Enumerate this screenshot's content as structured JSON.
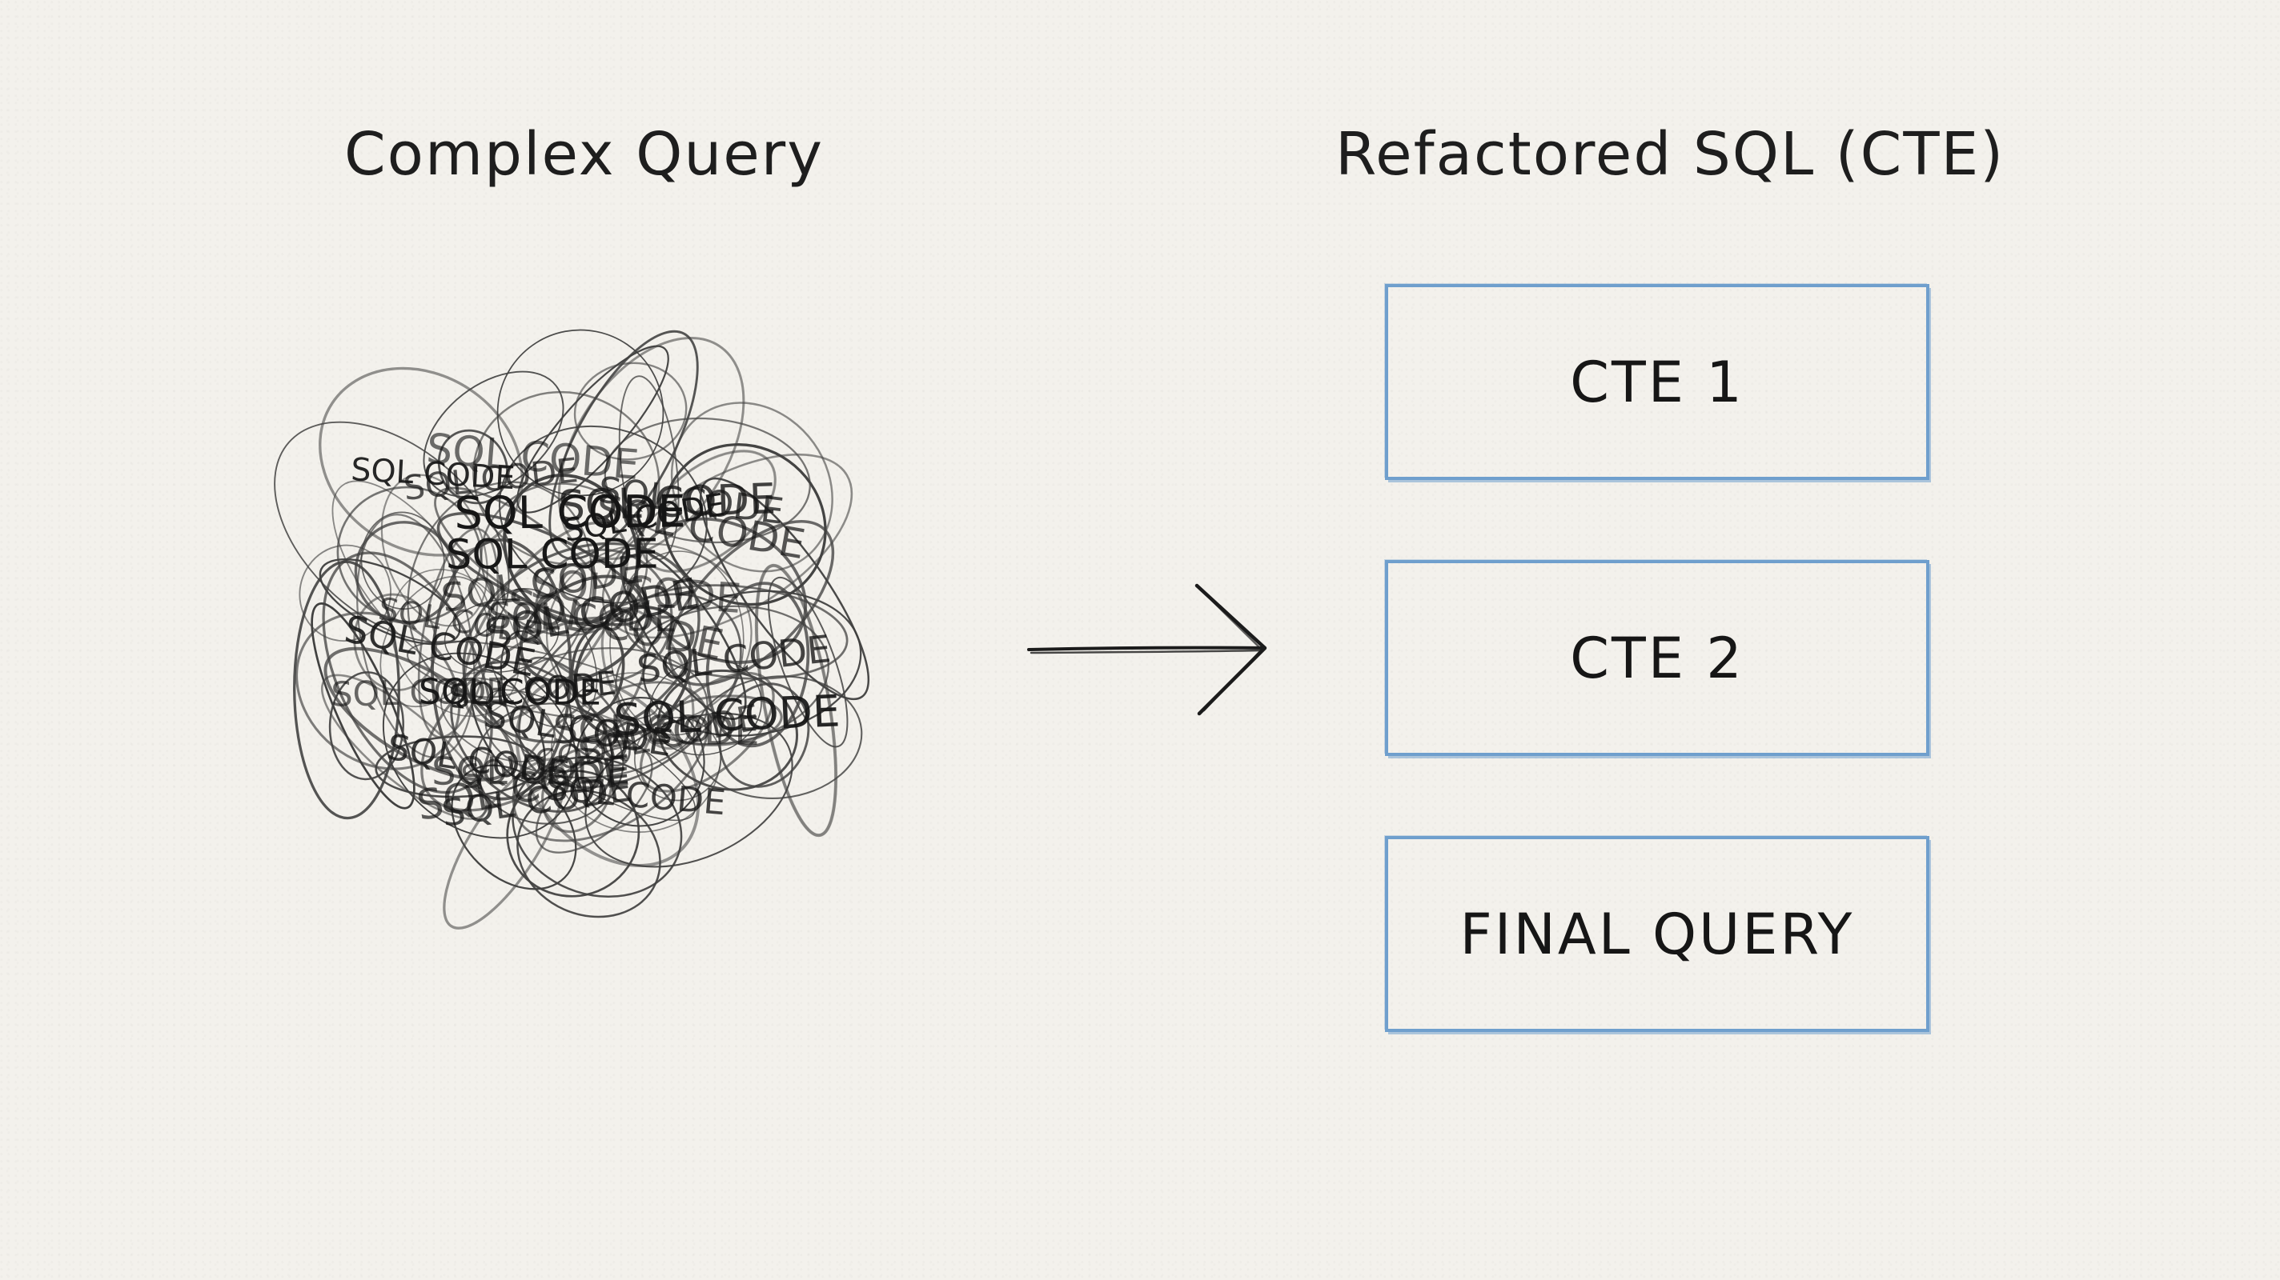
{
  "left": {
    "title": "Complex Query",
    "tangle_label": "SQL CODE"
  },
  "right": {
    "title": "Refactored SQL (CTE)",
    "boxes": [
      {
        "label": "CTE 1"
      },
      {
        "label": "CTE 2"
      },
      {
        "label": "FINAL QUERY"
      }
    ]
  },
  "colors": {
    "background": "#f3f1ec",
    "ink": "#1c1c1c",
    "box_border": "#6f9fcd"
  }
}
